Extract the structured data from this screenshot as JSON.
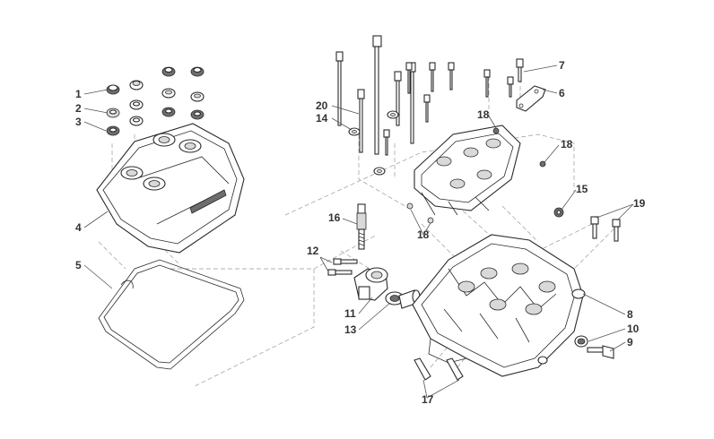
{
  "callouts": [
    {
      "id": "c1",
      "label": "1"
    },
    {
      "id": "c2",
      "label": "2"
    },
    {
      "id": "c3",
      "label": "3"
    },
    {
      "id": "c4",
      "label": "4"
    },
    {
      "id": "c5",
      "label": "5"
    },
    {
      "id": "c6",
      "label": "6"
    },
    {
      "id": "c7",
      "label": "7"
    },
    {
      "id": "c8",
      "label": "8"
    },
    {
      "id": "c9",
      "label": "9"
    },
    {
      "id": "c10",
      "label": "10"
    },
    {
      "id": "c11",
      "label": "11"
    },
    {
      "id": "c12",
      "label": "12"
    },
    {
      "id": "c13",
      "label": "13"
    },
    {
      "id": "c14",
      "label": "14"
    },
    {
      "id": "c15",
      "label": "15"
    },
    {
      "id": "c16",
      "label": "16"
    },
    {
      "id": "c17",
      "label": "17"
    },
    {
      "id": "c18a",
      "label": "18"
    },
    {
      "id": "c18b",
      "label": "18"
    },
    {
      "id": "c18c",
      "label": "18"
    },
    {
      "id": "c19",
      "label": "19"
    },
    {
      "id": "c20",
      "label": "20"
    }
  ]
}
